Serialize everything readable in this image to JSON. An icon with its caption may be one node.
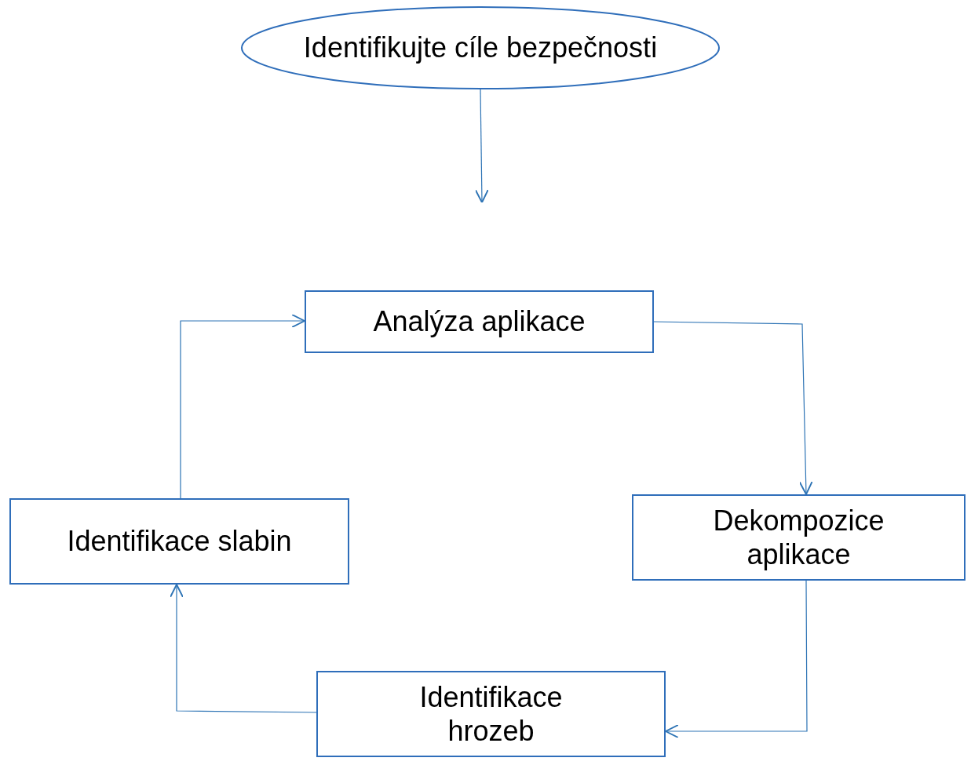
{
  "diagram": {
    "nodes": [
      {
        "text": [
          "Identifikujte cíle bezpečnosti"
        ]
      },
      {
        "text": [
          "Analýza aplikace"
        ]
      },
      {
        "text": [
          "Dekompozice aplikace"
        ]
      },
      {
        "text": [
          "Identifikace hrozeb"
        ]
      },
      {
        "text": [
          "Identifikace slabin"
        ]
      }
    ],
    "edges": [
      {
        "from": 0,
        "to": null,
        "arrow": "to"
      },
      {
        "from": 1,
        "to": 2,
        "arrow": "to"
      },
      {
        "from": 2,
        "to": 3,
        "arrow": "to"
      },
      {
        "from": 3,
        "to": 4,
        "arrow": "to"
      },
      {
        "from": 4,
        "to": 1,
        "arrow": "to"
      }
    ]
  }
}
